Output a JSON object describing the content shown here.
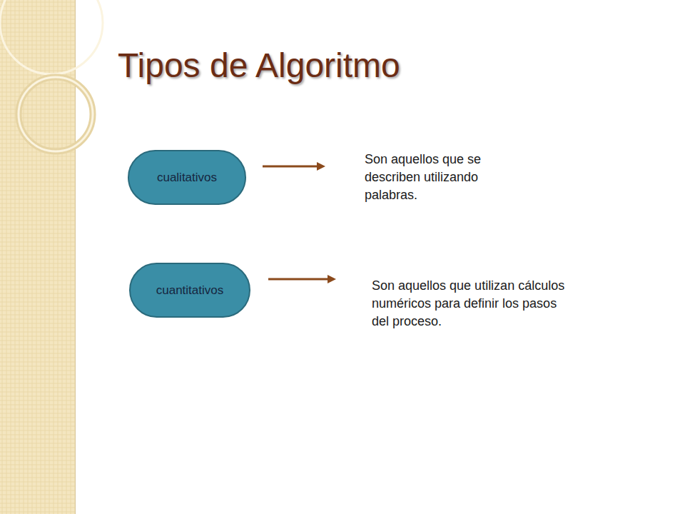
{
  "diagram": {
    "title": "Tipos de Algoritmo",
    "nodes": [
      {
        "text": [
          "cualitativos"
        ]
      },
      {
        "text": [
          "cuantitativos"
        ]
      }
    ],
    "labels": [
      "Son aquellos que se describen utilizando palabras.",
      "Son aquellos que utilizan cálculos numéricos para definir los pasos del proceso."
    ]
  }
}
